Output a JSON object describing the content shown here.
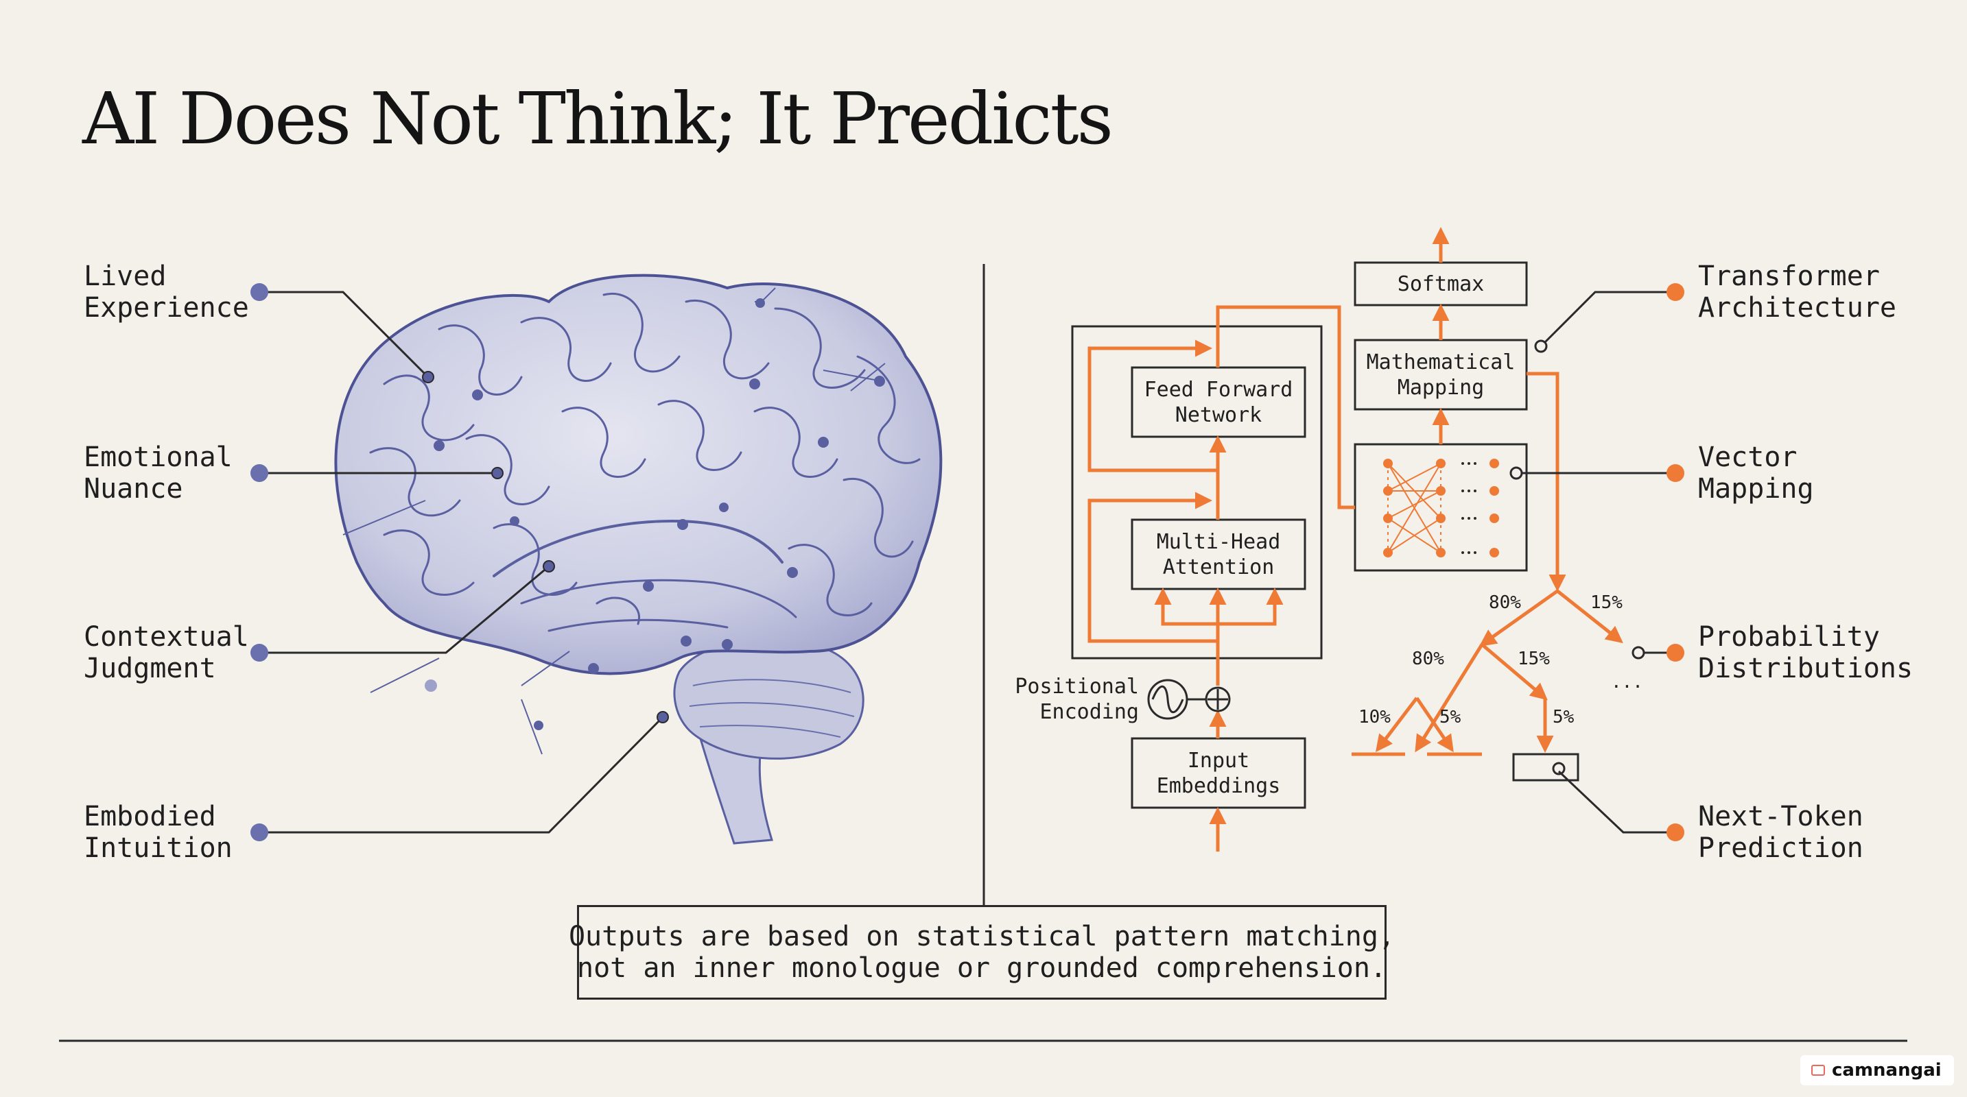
{
  "title": "AI Does Not Think; It Predicts",
  "colors": {
    "brain": "#5a5fa0",
    "machine": "#ee7a36",
    "ink": "#1f1f1f",
    "background": "#f3f1ea"
  },
  "left_labels": [
    {
      "line1": "Lived",
      "line2": "Experience"
    },
    {
      "line1": "Emotional",
      "line2": "Nuance"
    },
    {
      "line1": "Contextual",
      "line2": "Judgment"
    },
    {
      "line1": "Embodied",
      "line2": "Intuition"
    }
  ],
  "right_labels": [
    {
      "line1": "Transformer",
      "line2": "Architecture"
    },
    {
      "line1": "Vector",
      "line2": "Mapping"
    },
    {
      "line1": "Probability",
      "line2": "Distributions"
    },
    {
      "line1": "Next-Token",
      "line2": "Prediction"
    }
  ],
  "boxes": {
    "softmax": "Softmax",
    "math_line1": "Mathematical",
    "math_line2": "Mapping",
    "ffn_line1": "Feed Forward",
    "ffn_line2": "Network",
    "mha_line1": "Multi-Head",
    "mha_line2": "Attention",
    "input_line1": "Input",
    "input_line2": "Embeddings",
    "pos_line1": "Positional",
    "pos_line2": "Encoding"
  },
  "percentages": {
    "p80_top": "80%",
    "p15_top": "15%",
    "p80_mid": "80%",
    "p15_mid": "15%",
    "p10": "10%",
    "p5_left": "5%",
    "p5_right": "5%",
    "ellipsis": "..."
  },
  "footer": {
    "line1": "Outputs are based on statistical pattern matching,",
    "line2": "not an inner monologue or grounded comprehension."
  },
  "watermark": "camnangai"
}
